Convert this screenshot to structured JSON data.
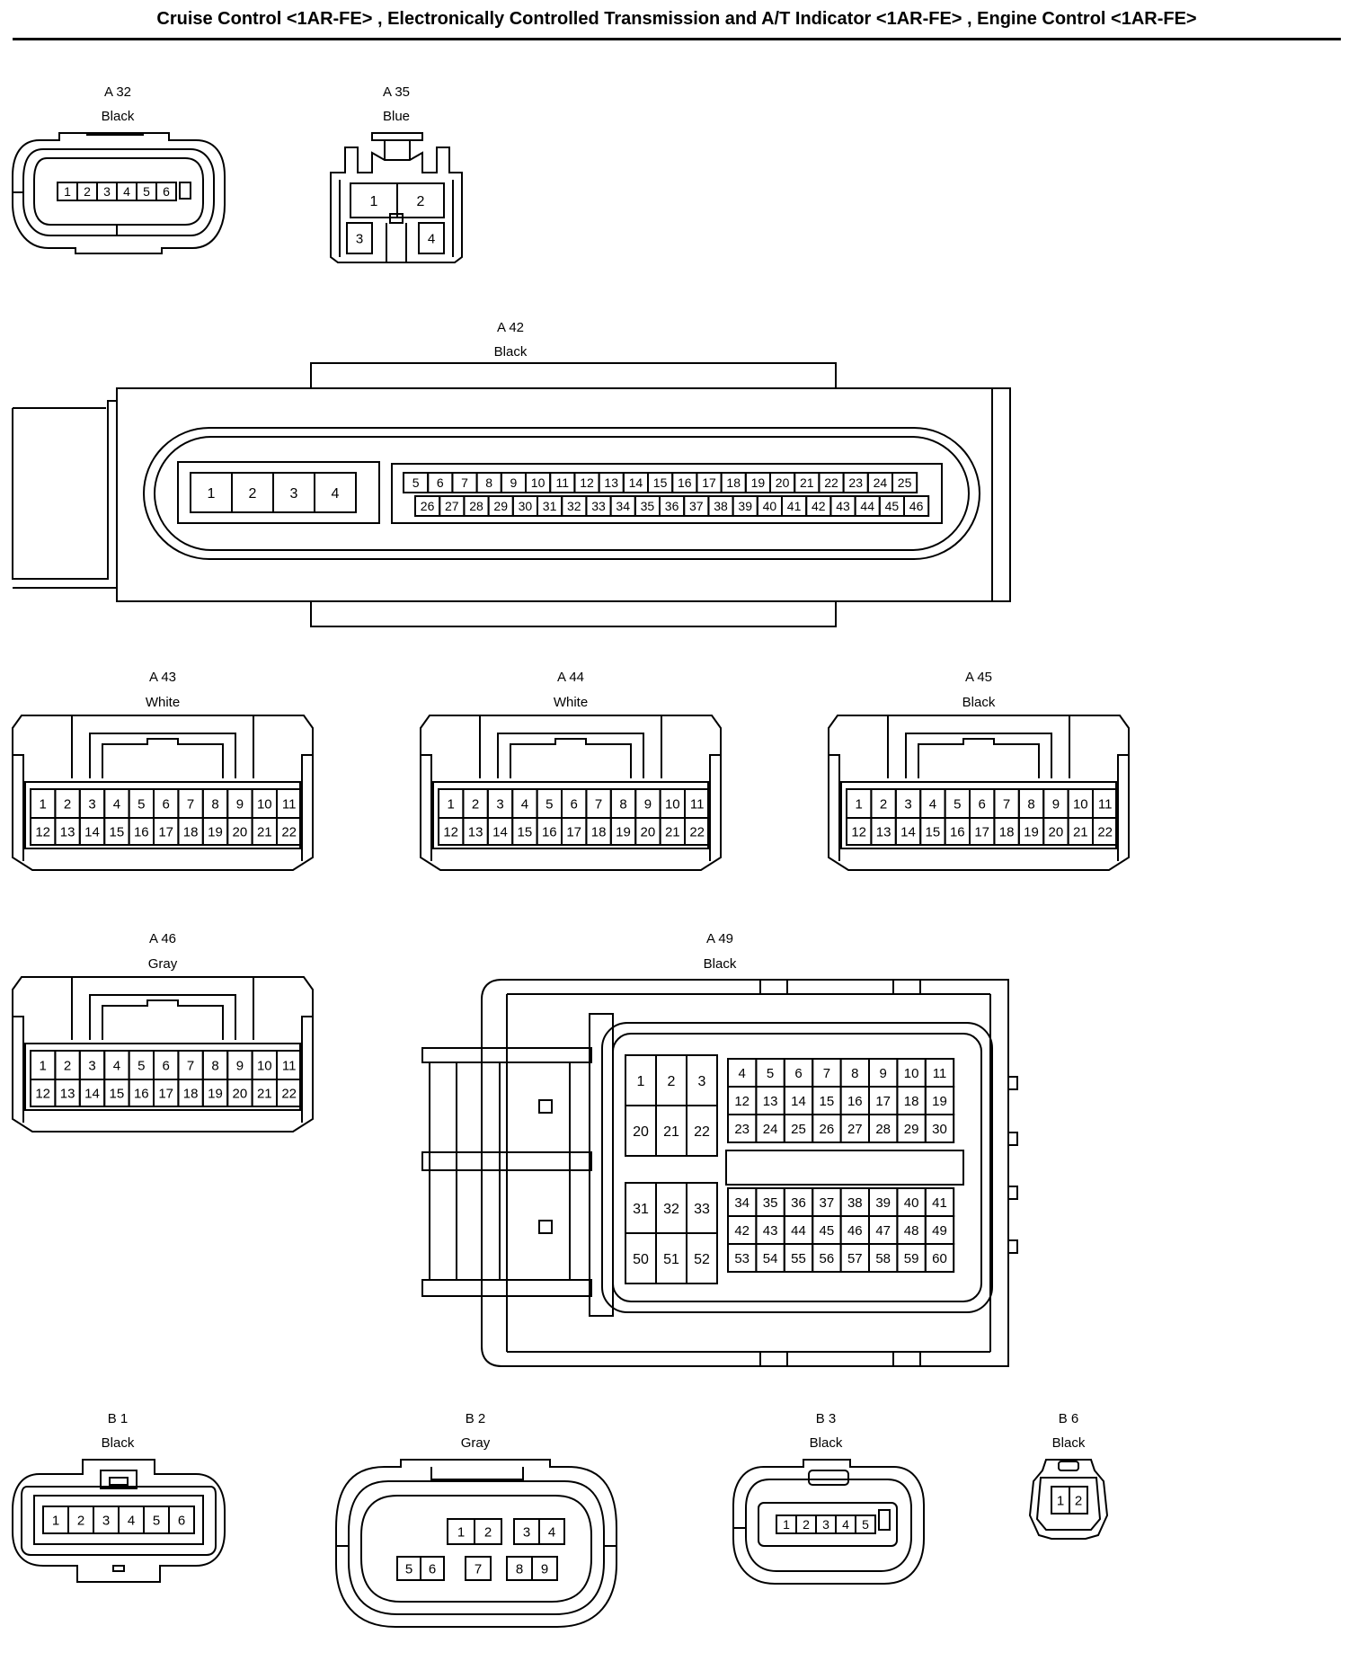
{
  "title": "Cruise Control <1AR-FE> , Electronically Controlled Transmission and A/T Indicator <1AR-FE> , Engine Control <1AR-FE>",
  "connectors": {
    "A32": {
      "id": "A 32",
      "color": "Black",
      "pins": [
        "1",
        "2",
        "3",
        "4",
        "5",
        "6"
      ]
    },
    "A35": {
      "id": "A 35",
      "color": "Blue",
      "pins": [
        "1",
        "2",
        "3",
        "4"
      ]
    },
    "A42": {
      "id": "A 42",
      "color": "Black",
      "pins_big": [
        "1",
        "2",
        "3",
        "4"
      ],
      "pins_top": [
        "5",
        "6",
        "7",
        "8",
        "9",
        "10",
        "11",
        "12",
        "13",
        "14",
        "15",
        "16",
        "17",
        "18",
        "19",
        "20",
        "21",
        "22",
        "23",
        "24",
        "25"
      ],
      "pins_bottom": [
        "26",
        "27",
        "28",
        "29",
        "30",
        "31",
        "32",
        "33",
        "34",
        "35",
        "36",
        "37",
        "38",
        "39",
        "40",
        "41",
        "42",
        "43",
        "44",
        "45",
        "46"
      ]
    },
    "A43": {
      "id": "A 43",
      "color": "White",
      "row1": [
        "1",
        "2",
        "3",
        "4",
        "5",
        "6",
        "7",
        "8",
        "9",
        "10",
        "11"
      ],
      "row2": [
        "12",
        "13",
        "14",
        "15",
        "16",
        "17",
        "18",
        "19",
        "20",
        "21",
        "22"
      ]
    },
    "A44": {
      "id": "A 44",
      "color": "White",
      "row1": [
        "1",
        "2",
        "3",
        "4",
        "5",
        "6",
        "7",
        "8",
        "9",
        "10",
        "11"
      ],
      "row2": [
        "12",
        "13",
        "14",
        "15",
        "16",
        "17",
        "18",
        "19",
        "20",
        "21",
        "22"
      ]
    },
    "A45": {
      "id": "A 45",
      "color": "Black",
      "row1": [
        "1",
        "2",
        "3",
        "4",
        "5",
        "6",
        "7",
        "8",
        "9",
        "10",
        "11"
      ],
      "row2": [
        "12",
        "13",
        "14",
        "15",
        "16",
        "17",
        "18",
        "19",
        "20",
        "21",
        "22"
      ]
    },
    "A46": {
      "id": "A 46",
      "color": "Gray",
      "row1": [
        "1",
        "2",
        "3",
        "4",
        "5",
        "6",
        "7",
        "8",
        "9",
        "10",
        "11"
      ],
      "row2": [
        "12",
        "13",
        "14",
        "15",
        "16",
        "17",
        "18",
        "19",
        "20",
        "21",
        "22"
      ]
    },
    "A49": {
      "id": "A 49",
      "color": "Black",
      "left_top": [
        [
          "1",
          "2",
          "3"
        ],
        [
          "20",
          "21",
          "22"
        ]
      ],
      "left_bottom": [
        [
          "31",
          "32",
          "33"
        ],
        [
          "50",
          "51",
          "52"
        ]
      ],
      "right_top": [
        [
          "4",
          "5",
          "6",
          "7",
          "8",
          "9",
          "10",
          "11"
        ],
        [
          "12",
          "13",
          "14",
          "15",
          "16",
          "17",
          "18",
          "19"
        ],
        [
          "23",
          "24",
          "25",
          "26",
          "27",
          "28",
          "29",
          "30"
        ]
      ],
      "right_bottom": [
        [
          "34",
          "35",
          "36",
          "37",
          "38",
          "39",
          "40",
          "41"
        ],
        [
          "42",
          "43",
          "44",
          "45",
          "46",
          "47",
          "48",
          "49"
        ],
        [
          "53",
          "54",
          "55",
          "56",
          "57",
          "58",
          "59",
          "60"
        ]
      ]
    },
    "B1": {
      "id": "B 1",
      "color": "Black",
      "pins": [
        "1",
        "2",
        "3",
        "4",
        "5",
        "6"
      ]
    },
    "B2": {
      "id": "B 2",
      "color": "Gray",
      "pins": [
        "1",
        "2",
        "3",
        "4",
        "5",
        "6",
        "7",
        "8",
        "9"
      ]
    },
    "B3": {
      "id": "B 3",
      "color": "Black",
      "pins": [
        "1",
        "2",
        "3",
        "4",
        "5"
      ]
    },
    "B6": {
      "id": "B 6",
      "color": "Black",
      "pins": [
        "1",
        "2"
      ]
    }
  }
}
